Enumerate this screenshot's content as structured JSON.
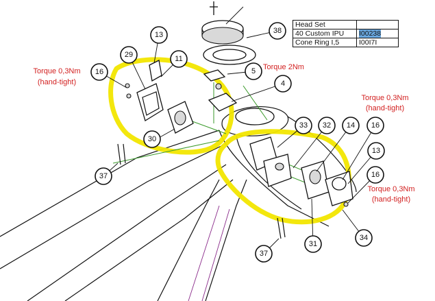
{
  "spec_table": {
    "rows": [
      {
        "label": "Head Set",
        "code": ""
      },
      {
        "label": "40 Custom IPU",
        "code": "I00238"
      },
      {
        "label": "Cone Ring I,5",
        "code": "I00I7I"
      }
    ]
  },
  "callouts": [
    "4",
    "5",
    "11",
    "13",
    "16",
    "29",
    "30",
    "37",
    "38",
    "33",
    "32",
    "14",
    "16",
    "13",
    "16",
    "31",
    "34",
    "37"
  ],
  "torques": {
    "t_left": [
      "Torque 0,3Nm",
      "(hand-tight)"
    ],
    "t_top": "Torque 2Nm",
    "t_right1": [
      "Torque 0,3Nm",
      "(hand-tight)"
    ],
    "t_right2": [
      "Torque 0,3Nm",
      "(hand-tight)"
    ]
  },
  "colors": {
    "highlight": "#f2e600",
    "torque": "#d21f1f",
    "leader_green": "#3a9a2a",
    "selection": "#6aa8e0"
  }
}
